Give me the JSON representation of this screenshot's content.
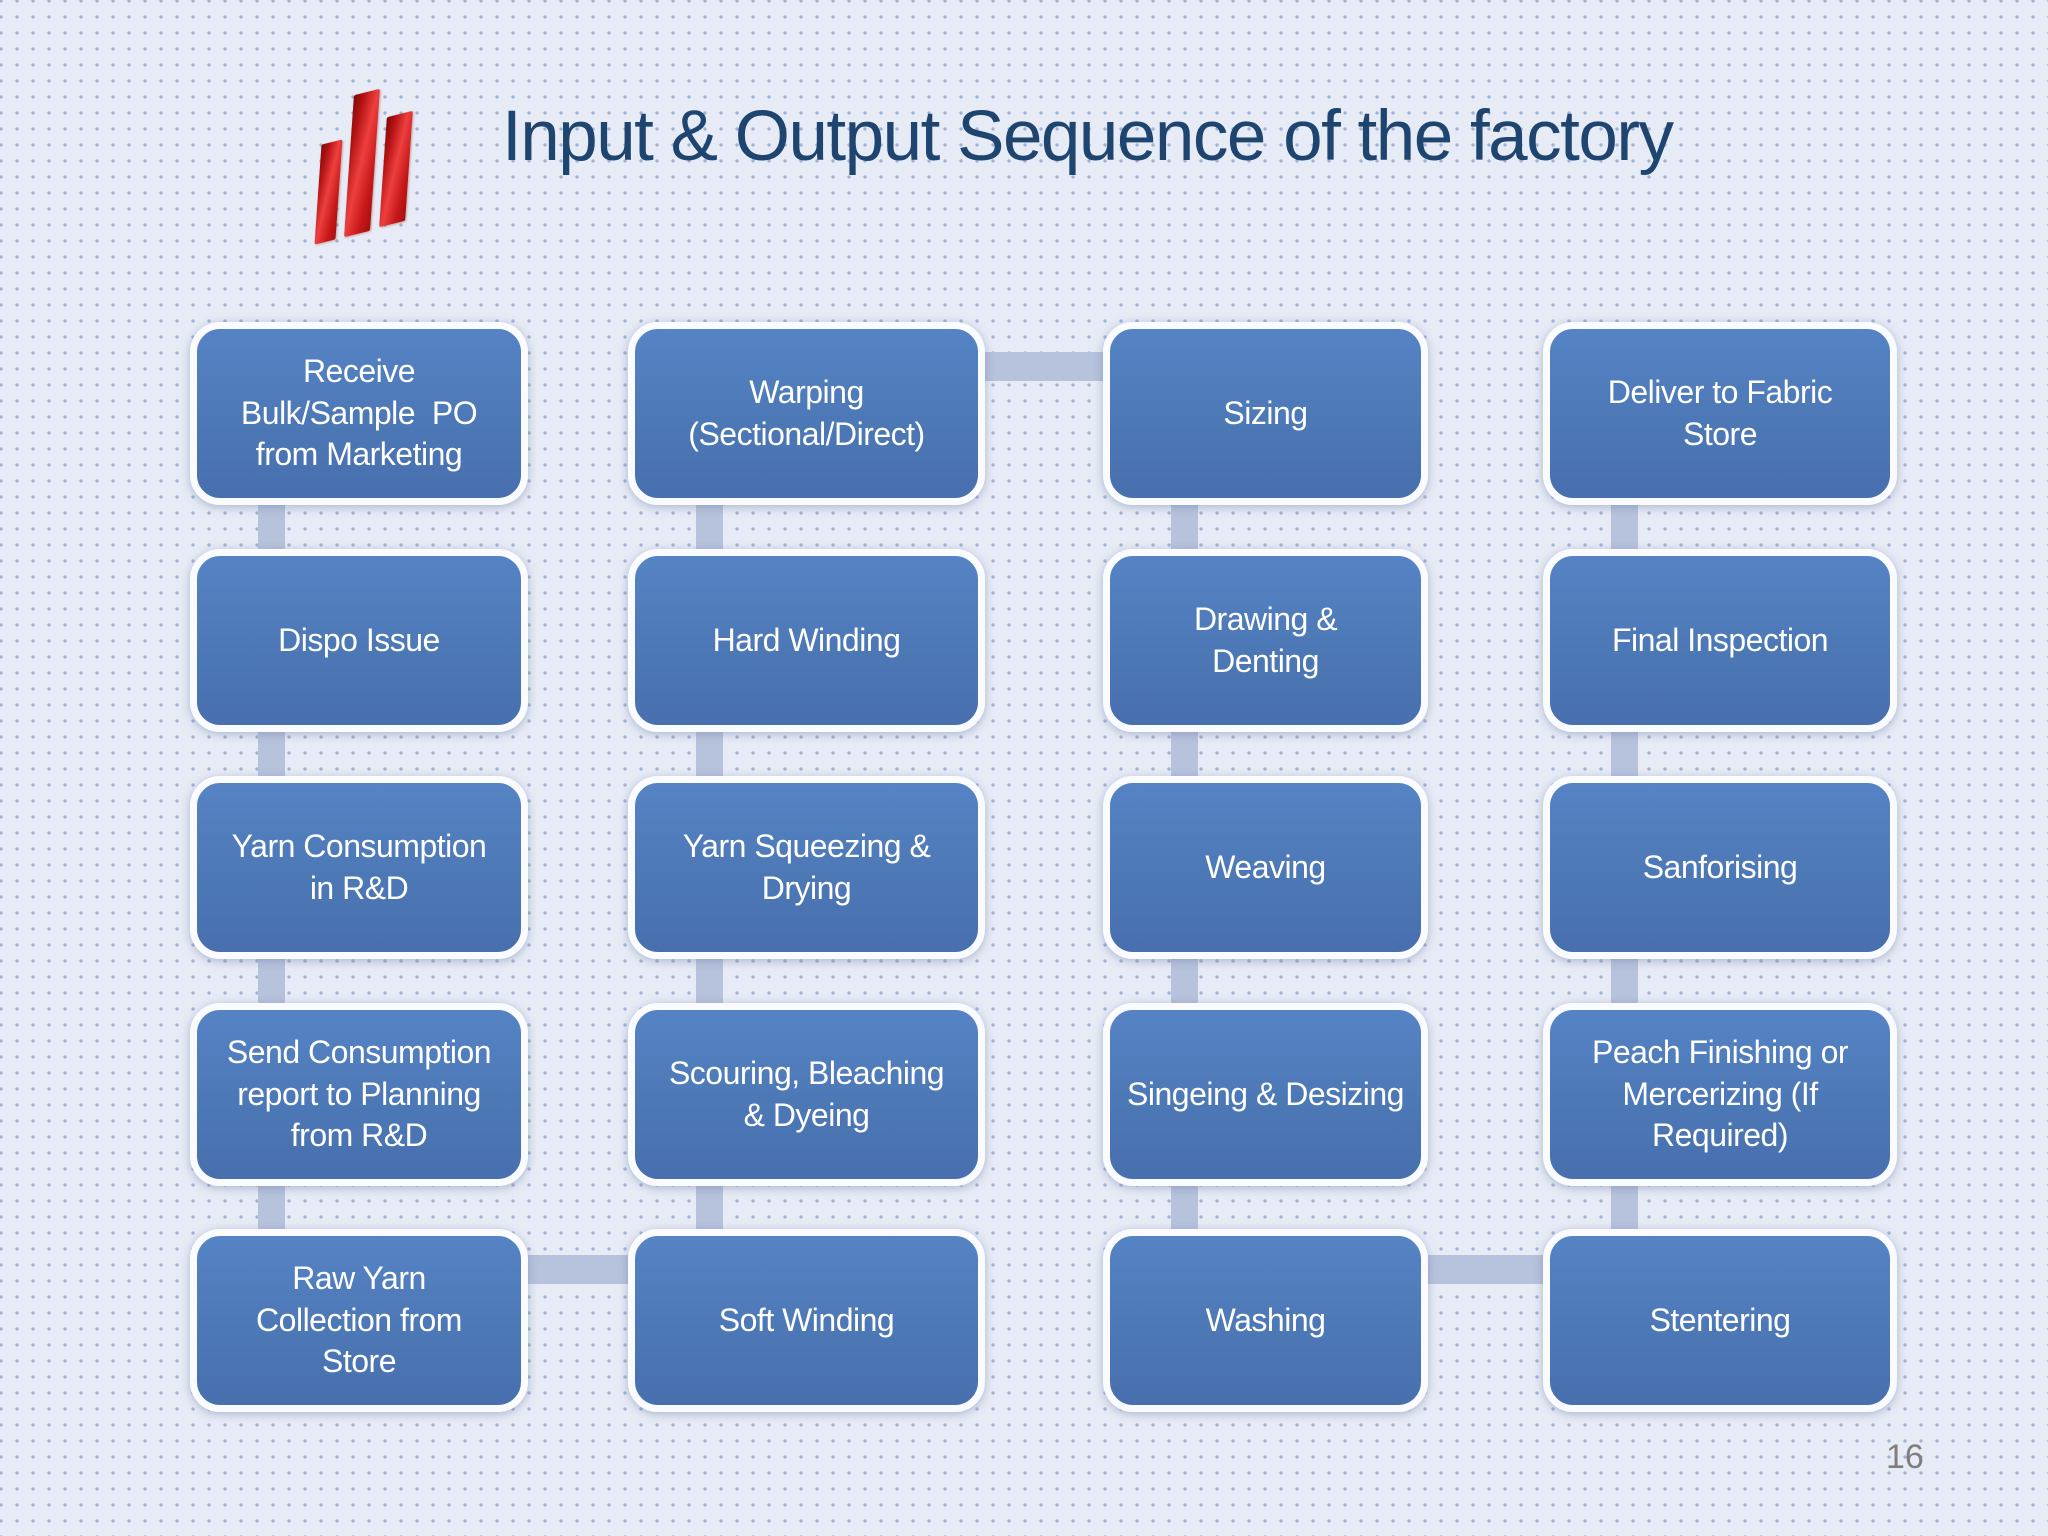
{
  "slide": {
    "title": "Input & Output Sequence of the factory",
    "page_number": "16",
    "background_color": "#e7ebf5",
    "dot_color": "#9fb2d8",
    "title_color": "#1e4470"
  },
  "logo": {
    "description": "three-red-slanted-bars-logo",
    "color": "#c41414"
  },
  "diagram": {
    "type": "snake-process-flow",
    "box_fill_top": "#5583c4",
    "box_fill_bottom": "#486fae",
    "box_border_color": "#f9fbfe",
    "box_text_color": "#ffffff",
    "connector_color": "#b7c2dc",
    "columns": [
      {
        "items": [
          "Receive\nBulk/Sample  PO\nfrom Marketing",
          "Dispo Issue",
          "Yarn Consumption\nin R&D",
          "Send Consumption\nreport to Planning\nfrom R&D",
          "Raw Yarn\nCollection from\nStore"
        ]
      },
      {
        "items": [
          "Warping\n(Sectional/Direct)",
          "Hard Winding",
          "Yarn Squeezing &\nDrying",
          "Scouring, Bleaching\n& Dyeing",
          "Soft Winding"
        ]
      },
      {
        "items": [
          "Sizing",
          "Drawing &\nDenting",
          "Weaving",
          "Singeing & Desizing",
          "Washing"
        ]
      },
      {
        "items": [
          "Deliver to Fabric\nStore",
          "Final Inspection",
          "Sanforising",
          "Peach Finishing or\nMercerizing (If\nRequired)",
          "Stentering"
        ]
      }
    ]
  }
}
